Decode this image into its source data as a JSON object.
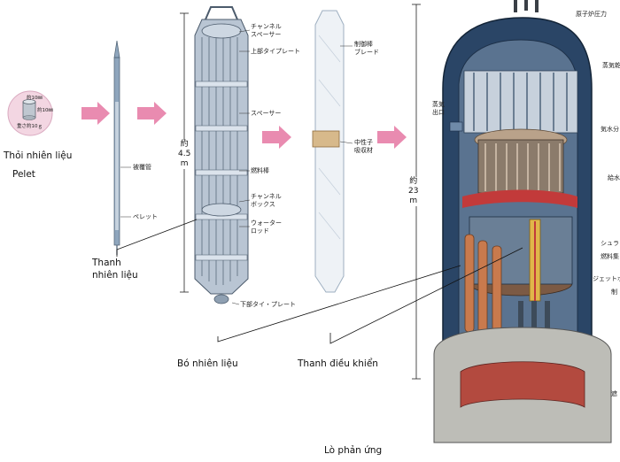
{
  "captions": {
    "pellet_vn": "Thỏi nhiên liệu",
    "pellet_en": "Pelet",
    "rod": "Thanh\nnhiên liệu",
    "bundle": "Bó nhiên liệu",
    "control": "Thanh điều khiển",
    "reactor": "Lò phản ứng"
  },
  "pellet": {
    "dia": "約10㎜",
    "height": "約10㎜",
    "weight": "重さ約10ｇ"
  },
  "rod_labels": {
    "cladding": "被覆管",
    "pellet": "ペレット"
  },
  "bundle_labels": {
    "channel_spacer": "チャンネル\nスペーサー",
    "upper_tie": "上部タイプレート",
    "spacer": "スペーサー",
    "fuel_rod": "燃料棒",
    "channel_box": "チャンネル\nボックス",
    "water_rod": "ウォーター\nロッド",
    "lower_tie": "下部タイ・プレート",
    "height": "約\n4.5\nm"
  },
  "control_labels": {
    "blade": "制御棒\nブレード",
    "absorber": "中性子\n吸収材"
  },
  "reactor_labels": {
    "vessel": "原子炉圧力",
    "dryer": "蒸気乾",
    "steam_outlet": "蒸気\n出口",
    "separator": "気水分",
    "feedwater": "給水",
    "shroud": "シュラ",
    "fuel": "燃料集",
    "jet_pump": "ジェットポ",
    "tr1": "制",
    "tr2": "遮",
    "height": "約\n23\nm"
  },
  "colors": {
    "arrow": "#e98bb0",
    "vessel": "#2a4566",
    "steel": "#8fa6bd"
  }
}
